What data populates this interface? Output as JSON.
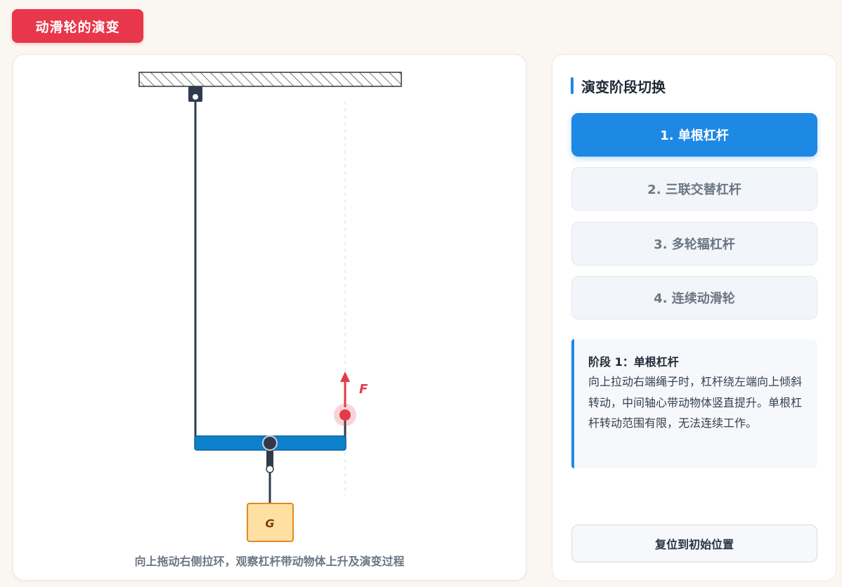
{
  "header": {
    "title": "动滑轮的演变"
  },
  "scene": {
    "force_label": "F",
    "weight_label": "G",
    "hint": "向上拖动右侧拉环，观察杠杆带动物体上升及演变过程"
  },
  "panel": {
    "section_title": "演变阶段切换",
    "stages": [
      {
        "label": "1. 单根杠杆",
        "active": true
      },
      {
        "label": "2. 三联交替杠杆",
        "active": false
      },
      {
        "label": "3. 多轮辐杠杆",
        "active": false
      },
      {
        "label": "4. 连续动滑轮",
        "active": false
      }
    ],
    "description": {
      "title": "阶段 1：单根杠杆",
      "text": "向上拉动右端绳子时，杠杆绕左端向上倾斜转动，中间轴心带动物体竖直提升。单根杠杆转动范围有限，无法连续工作。"
    },
    "reset_label": "复位到初始位置"
  },
  "colors": {
    "accent": "#1e88e5",
    "brand_red": "#e8374a",
    "lever": "#0d80cc",
    "force": "#e23b4a",
    "weight_fill": "#ffe0a3",
    "weight_stroke": "#e08a1f"
  }
}
